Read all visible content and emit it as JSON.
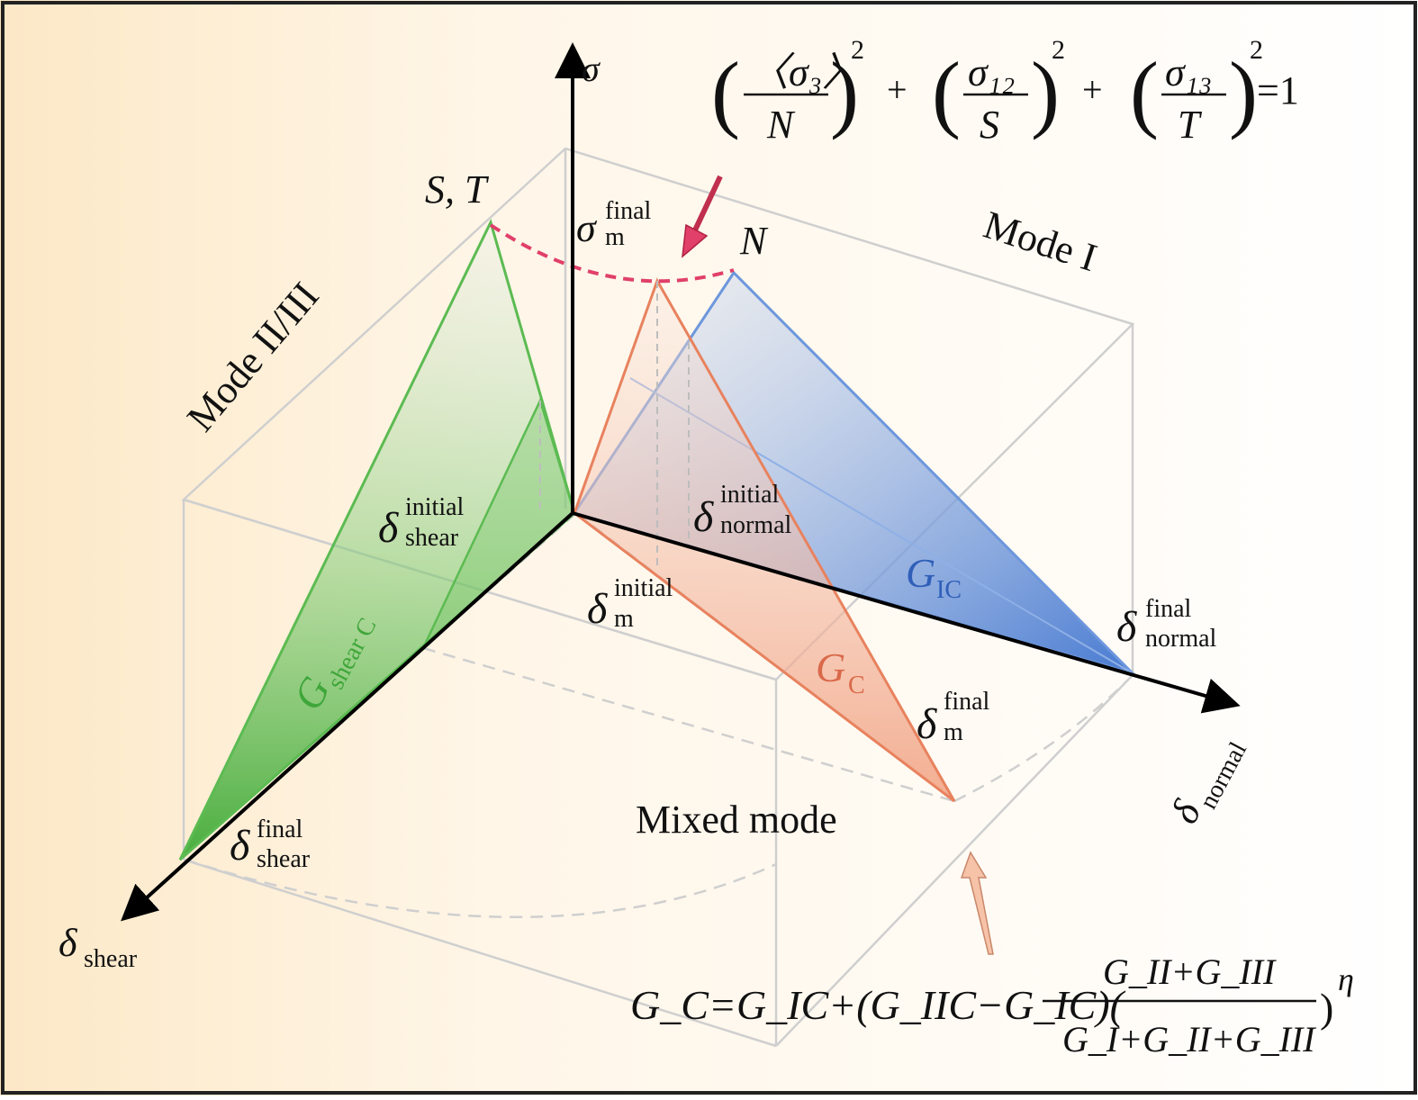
{
  "diagram": {
    "axes": {
      "vertical": {
        "symbol": "σ"
      },
      "shear": {
        "symbol": "δ",
        "subscript": "shear"
      },
      "normal": {
        "symbol": "δ",
        "subscript": "normal"
      }
    },
    "mode_labels": {
      "shear": "Mode II/III",
      "normal": "Mode I",
      "mixed": "Mixed mode"
    },
    "points": {
      "shear_peak": "S, T",
      "normal_peak": "N",
      "mixed_peak": {
        "symbol": "σ",
        "sub": "m",
        "sup": "final"
      }
    },
    "displacements": {
      "shear_initial": {
        "symbol": "δ",
        "sub": "shear",
        "sup": "initial"
      },
      "shear_final": {
        "symbol": "δ",
        "sub": "shear",
        "sup": "final"
      },
      "normal_initial": {
        "symbol": "δ",
        "sub": "normal",
        "sup": "initial"
      },
      "normal_final": {
        "symbol": "δ",
        "sub": "normal",
        "sup": "final"
      },
      "mixed_initial": {
        "symbol": "δ",
        "sub": "m",
        "sup": "initial"
      },
      "mixed_final": {
        "symbol": "δ",
        "sub": "m",
        "sup": "final"
      }
    },
    "energies": {
      "shear": {
        "symbol": "G",
        "sub": "shear C",
        "color": "#3fa63a"
      },
      "normal": {
        "symbol": "G",
        "sub": "IC",
        "color": "#2f5fb8"
      },
      "mixed": {
        "symbol": "G",
        "sub": "C",
        "color": "#d9694a"
      }
    },
    "criterion_formula": {
      "term1_num": "〈σ₃〉",
      "term1_den": "N",
      "term2_num": "σ₁₂",
      "term2_den": "S",
      "term3_num": "σ₁₃",
      "term3_den": "T",
      "exponent": "2",
      "plus": "+",
      "rhs": "=1"
    },
    "bk_formula": {
      "lhs": "G_C=G_IC+(G_IIC−G_IC)(",
      "numerator": "G_II+G_III",
      "denominator": "G_I+G_II+G_III",
      "close": ")",
      "exponent": "η"
    },
    "colors": {
      "shear_fill": "#4db843",
      "normal_fill": "#4a7fd6",
      "mixed_fill": "#f0a484",
      "mixed_edge": "#e8825e",
      "criterion_arc": "#e0406a",
      "bk_arrow": "#f6c2a8"
    }
  }
}
